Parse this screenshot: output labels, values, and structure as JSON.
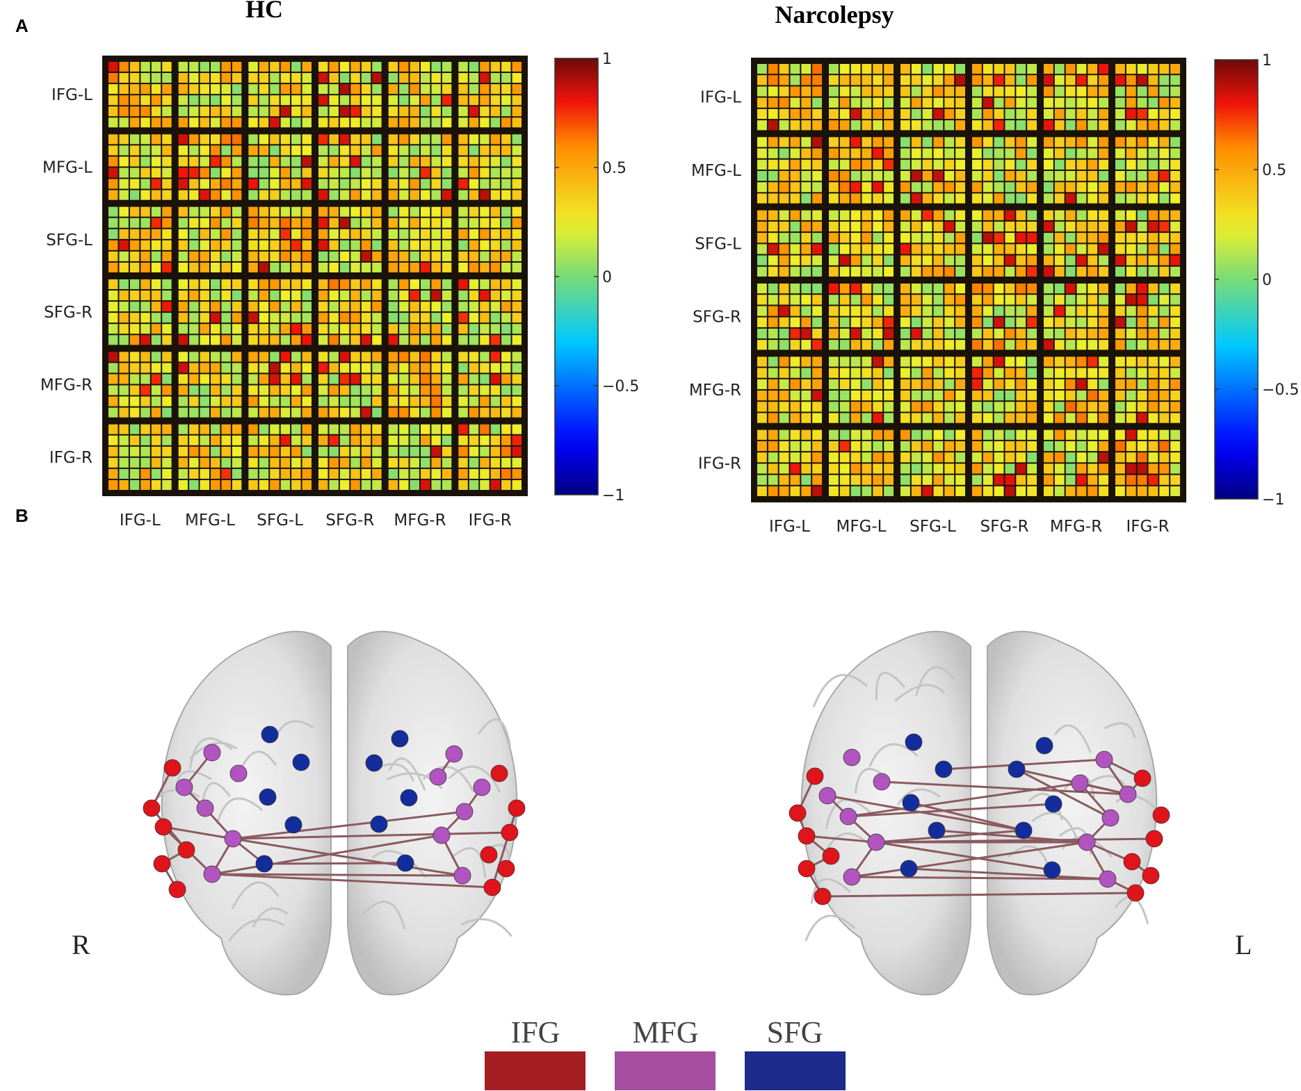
{
  "panels": {
    "a": "A",
    "b": "B"
  },
  "chart_data": [
    {
      "type": "heatmap",
      "title": "HC",
      "regions": [
        "IFG-L",
        "MFG-L",
        "SFG-L",
        "SFG-R",
        "MFG-R",
        "IFG-R"
      ],
      "block_size": 6,
      "colorbar": {
        "ticks": [
          1,
          0.5,
          0,
          -0.5,
          -1
        ],
        "labels": [
          "1",
          "0.5",
          "0",
          "−0.5",
          "−1"
        ],
        "range": [
          -1,
          1
        ]
      }
    },
    {
      "type": "heatmap",
      "title": "Narcolepsy",
      "regions": [
        "IFG-L",
        "MFG-L",
        "SFG-L",
        "SFG-R",
        "MFG-R",
        "IFG-R"
      ],
      "block_size": 6,
      "colorbar": {
        "ticks": [
          1,
          0.5,
          0,
          -0.5,
          -1
        ],
        "labels": [
          "1",
          "0.5",
          "0",
          "−0.5",
          "−1"
        ],
        "range": [
          -1,
          1
        ]
      }
    }
  ],
  "brain": {
    "side_left": "R",
    "side_right": "L",
    "legend": [
      {
        "label": "IFG",
        "color": "#a51e22"
      },
      {
        "label": "MFG",
        "color": "#a64ea0"
      },
      {
        "label": "SFG",
        "color": "#1d2b8c"
      }
    ],
    "node_colors": {
      "IFG": "#e0141b",
      "MFG": "#b254bf",
      "SFG": "#142d9c"
    },
    "edge_color": "#8a5a5e"
  }
}
